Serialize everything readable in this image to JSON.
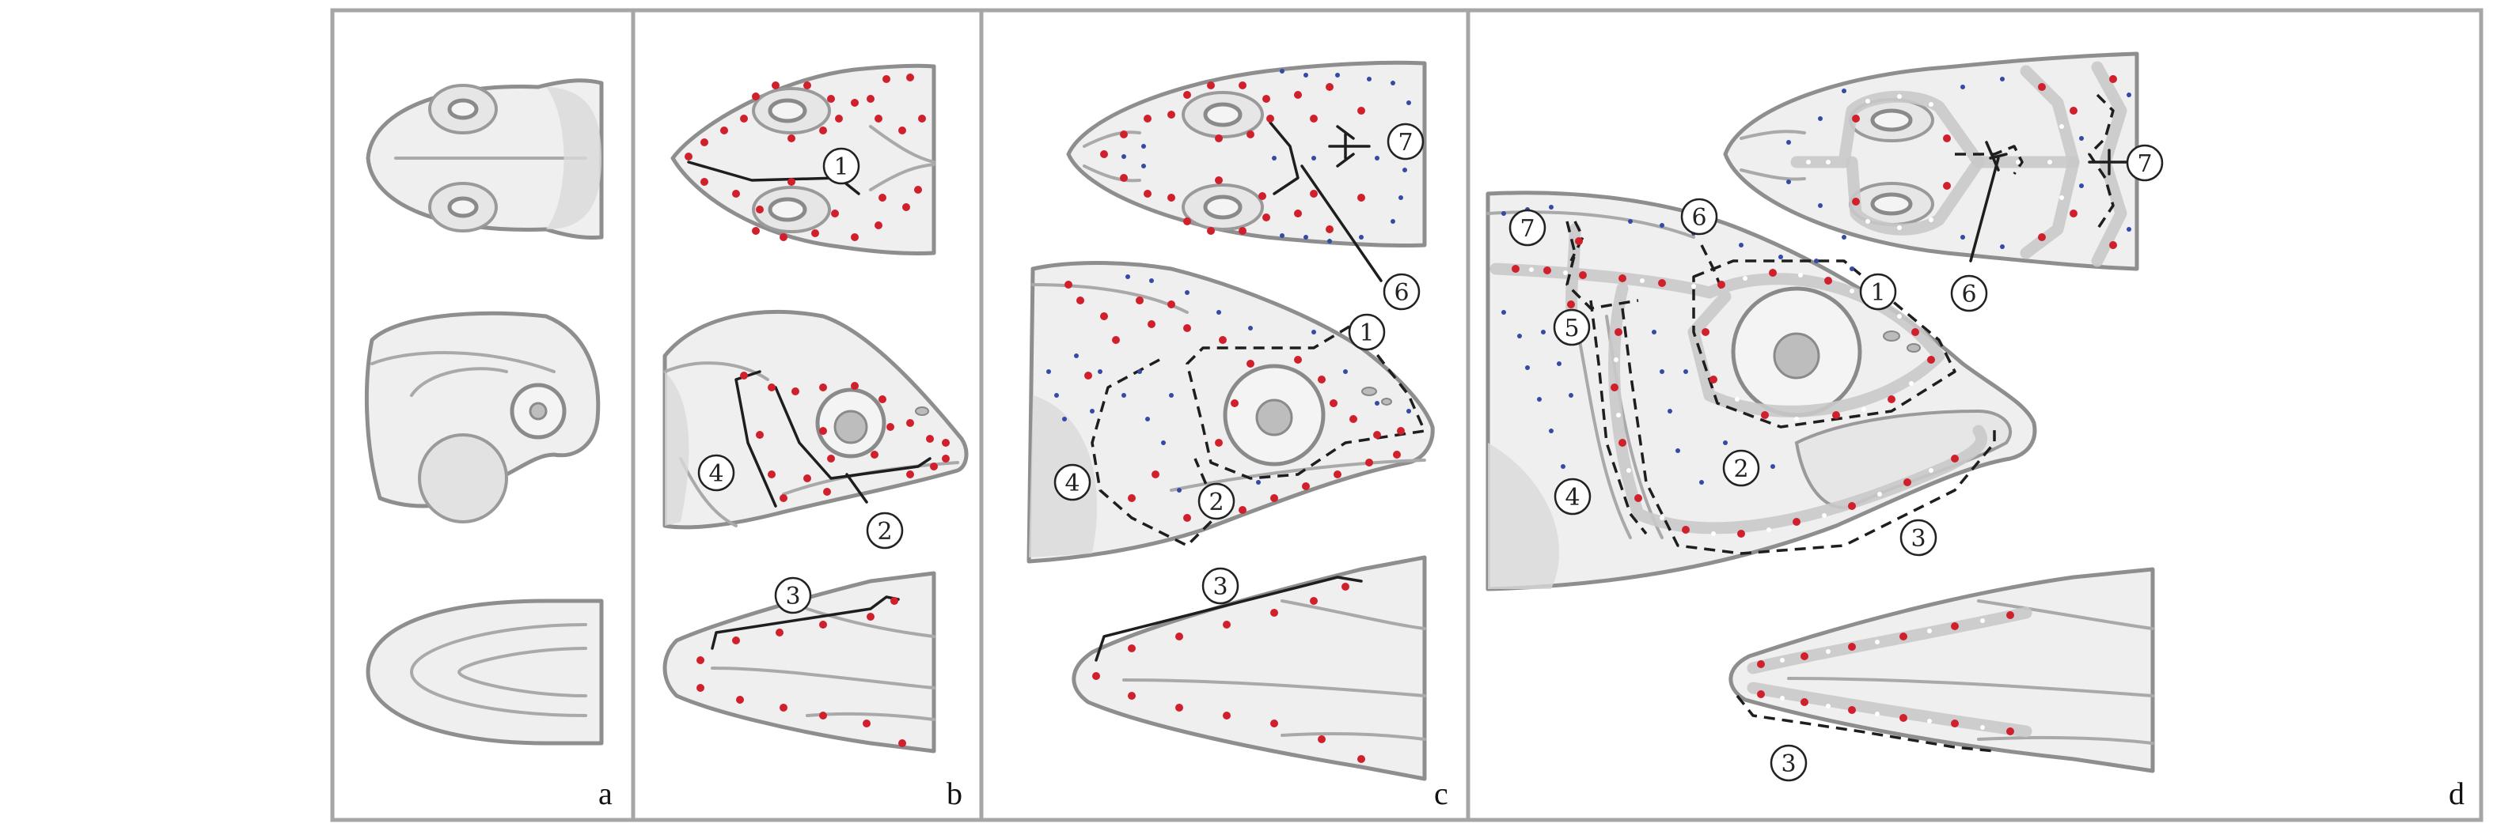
{
  "panels": [
    {
      "id": "a",
      "label": "a"
    },
    {
      "id": "b",
      "label": "b"
    },
    {
      "id": "c",
      "label": "c"
    },
    {
      "id": "d",
      "label": "d"
    }
  ],
  "markers": {
    "n1": "1",
    "n2": "2",
    "n3": "3",
    "n4": "4",
    "n5": "5",
    "n6": "6",
    "n7": "7"
  },
  "colors": {
    "superficial_neuromast": "#d0202c",
    "canal_neuromast": "#3549a6",
    "pore": "#ffffff",
    "frame": "#a6a6a6"
  }
}
